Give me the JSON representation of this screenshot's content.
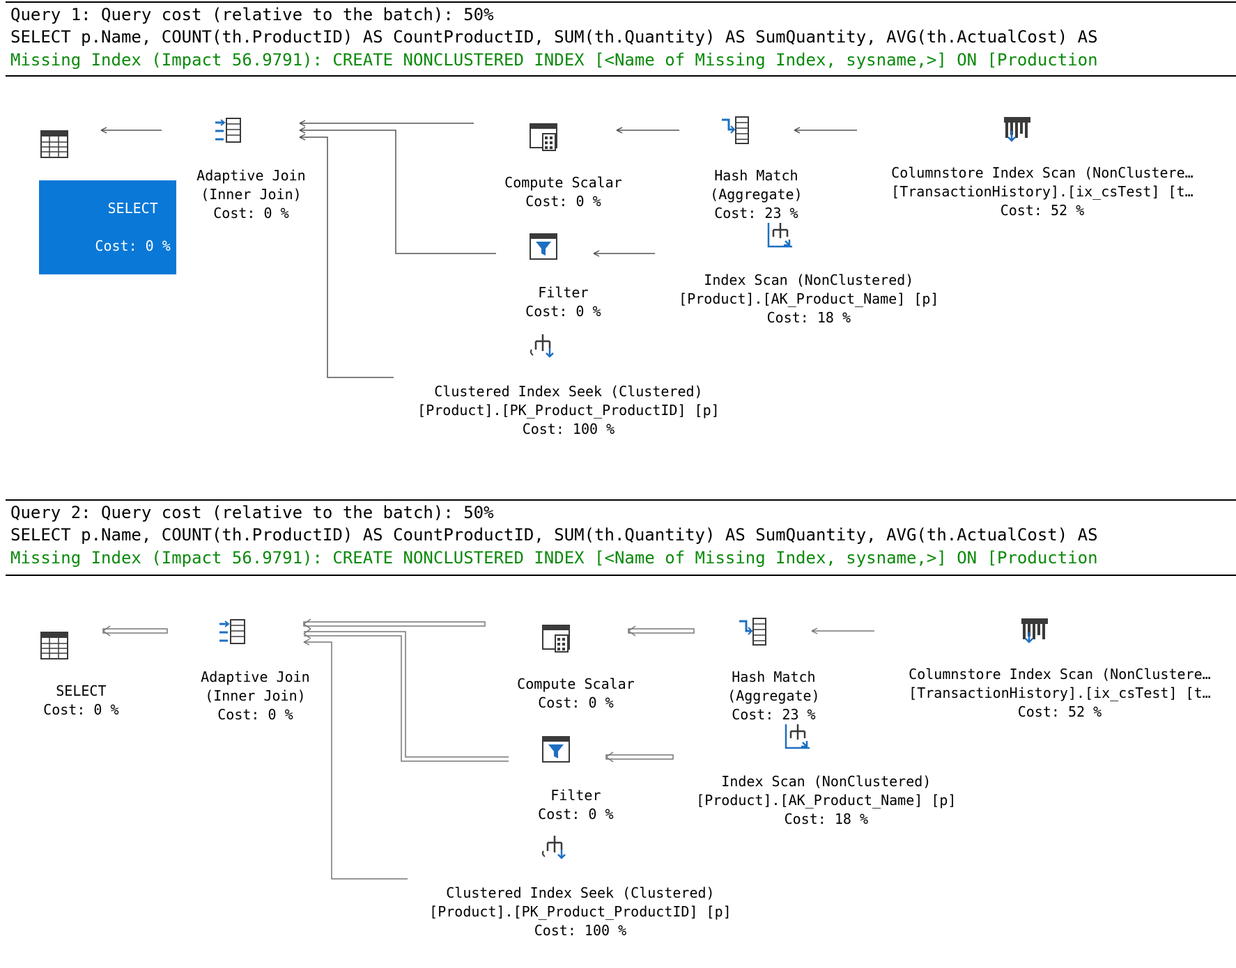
{
  "queries": [
    {
      "header": "Query 1: Query cost (relative to the batch): 50%",
      "sql": "SELECT p.Name, COUNT(th.ProductID) AS CountProductID, SUM(th.Quantity) AS SumQuantity, AVG(th.ActualCost) AS",
      "missing_index": "Missing Index (Impact 56.9791): CREATE NONCLUSTERED INDEX [<Name of Missing Index, sysname,>] ON [Production",
      "ops": {
        "select": {
          "l1": "SELECT",
          "l2": "Cost: 0 %",
          "selected": true,
          "icon": "table-grid-icon"
        },
        "adaptive_join": {
          "l1": "Adaptive Join",
          "l2": "(Inner Join)",
          "l3": "Cost: 0 %",
          "icon": "adaptive-join-icon"
        },
        "compute_scalar": {
          "l1": "Compute Scalar",
          "l2": "Cost: 0 %",
          "icon": "calculator-icon"
        },
        "hash_match": {
          "l1": "Hash Match",
          "l2": "(Aggregate)",
          "l3": "Cost: 23 %",
          "icon": "hash-match-icon"
        },
        "columnstore_scan": {
          "l1": "Columnstore Index Scan (NonClustere…",
          "l2": "[TransactionHistory].[ix_csTest] [t…",
          "l3": "Cost: 52 %",
          "icon": "columnstore-icon"
        },
        "filter": {
          "l1": "Filter",
          "l2": "Cost: 0 %",
          "icon": "funnel-icon"
        },
        "index_scan": {
          "l1": "Index Scan (NonClustered)",
          "l2": "[Product].[AK_Product_Name] [p]",
          "l3": "Cost: 18 %",
          "icon": "index-scan-icon"
        },
        "clustered_seek": {
          "l1": "Clustered Index Seek (Clustered)",
          "l2": "[Product].[PK_Product_ProductID] [p]",
          "l3": "Cost: 100 %",
          "icon": "index-seek-icon"
        }
      }
    },
    {
      "header": "Query 2: Query cost (relative to the batch): 50%",
      "sql": "SELECT p.Name, COUNT(th.ProductID) AS CountProductID, SUM(th.Quantity) AS SumQuantity, AVG(th.ActualCost) AS",
      "missing_index": "Missing Index (Impact 56.9791): CREATE NONCLUSTERED INDEX [<Name of Missing Index, sysname,>] ON [Production",
      "ops": {
        "select": {
          "l1": "SELECT",
          "l2": "Cost: 0 %",
          "selected": false,
          "icon": "table-grid-icon"
        },
        "adaptive_join": {
          "l1": "Adaptive Join",
          "l2": "(Inner Join)",
          "l3": "Cost: 0 %",
          "icon": "adaptive-join-icon"
        },
        "compute_scalar": {
          "l1": "Compute Scalar",
          "l2": "Cost: 0 %",
          "icon": "calculator-icon"
        },
        "hash_match": {
          "l1": "Hash Match",
          "l2": "(Aggregate)",
          "l3": "Cost: 23 %",
          "icon": "hash-match-icon"
        },
        "columnstore_scan": {
          "l1": "Columnstore Index Scan (NonClustere…",
          "l2": "[TransactionHistory].[ix_csTest] [t…",
          "l3": "Cost: 52 %",
          "icon": "columnstore-icon"
        },
        "filter": {
          "l1": "Filter",
          "l2": "Cost: 0 %",
          "icon": "funnel-icon"
        },
        "index_scan": {
          "l1": "Index Scan (NonClustered)",
          "l2": "[Product].[AK_Product_Name] [p]",
          "l3": "Cost: 18 %",
          "icon": "index-scan-icon"
        },
        "clustered_seek": {
          "l1": "Clustered Index Seek (Clustered)",
          "l2": "[Product].[PK_Product_ProductID] [p]",
          "l3": "Cost: 100 %",
          "icon": "index-seek-icon"
        }
      }
    }
  ],
  "colors": {
    "selection": "#0a78d7",
    "missing_index_text": "#0b8a0b",
    "icon_blue": "#1e6fc2",
    "icon_dark": "#3a3a3a"
  }
}
